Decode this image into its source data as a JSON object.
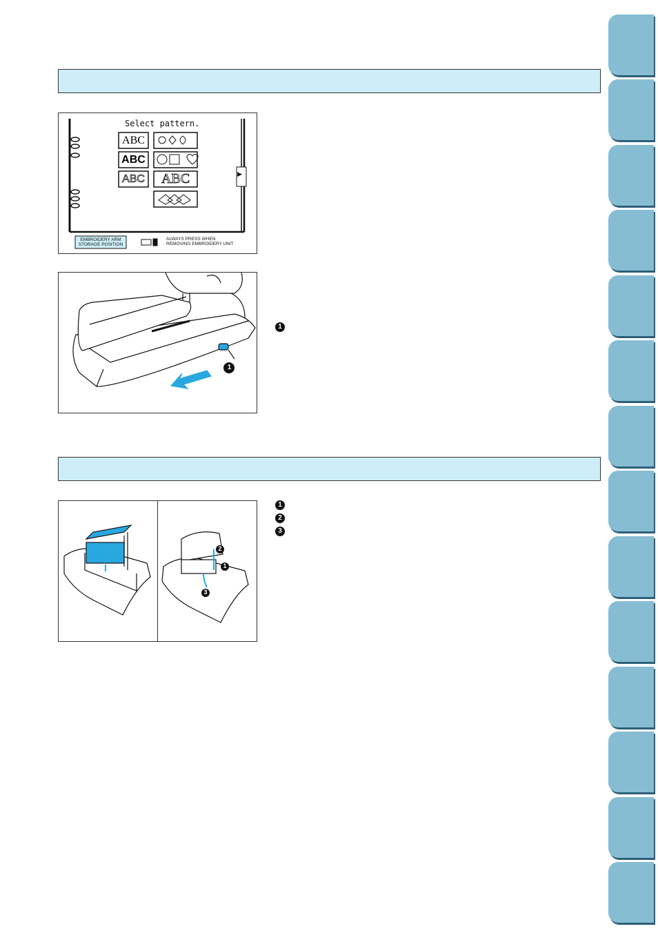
{
  "screen": {
    "title": "Select pattern.",
    "pattern_buttons": [
      "ABC",
      "ABC",
      "ABC",
      "ABC"
    ],
    "storage_button": [
      "EMBROIDERY ARM",
      "STORAGE POSITION"
    ],
    "note": [
      "ALWAYS PRESS WHEN",
      "REMOVING EMBROIDERY UNIT"
    ],
    "page_arrow": "▶"
  },
  "figure2": {
    "callout": "1"
  },
  "figure3": {
    "callouts": [
      "2",
      "1",
      "3"
    ]
  },
  "markers": {
    "a": "1",
    "b1": "1",
    "b2": "2",
    "b3": "3"
  },
  "side_tabs_count": 14,
  "colors": {
    "section_bar": "#cdeef8",
    "tab": "#86bdd3",
    "tab_shadow": "#2c5f78",
    "arrow": "#29a8e0"
  }
}
